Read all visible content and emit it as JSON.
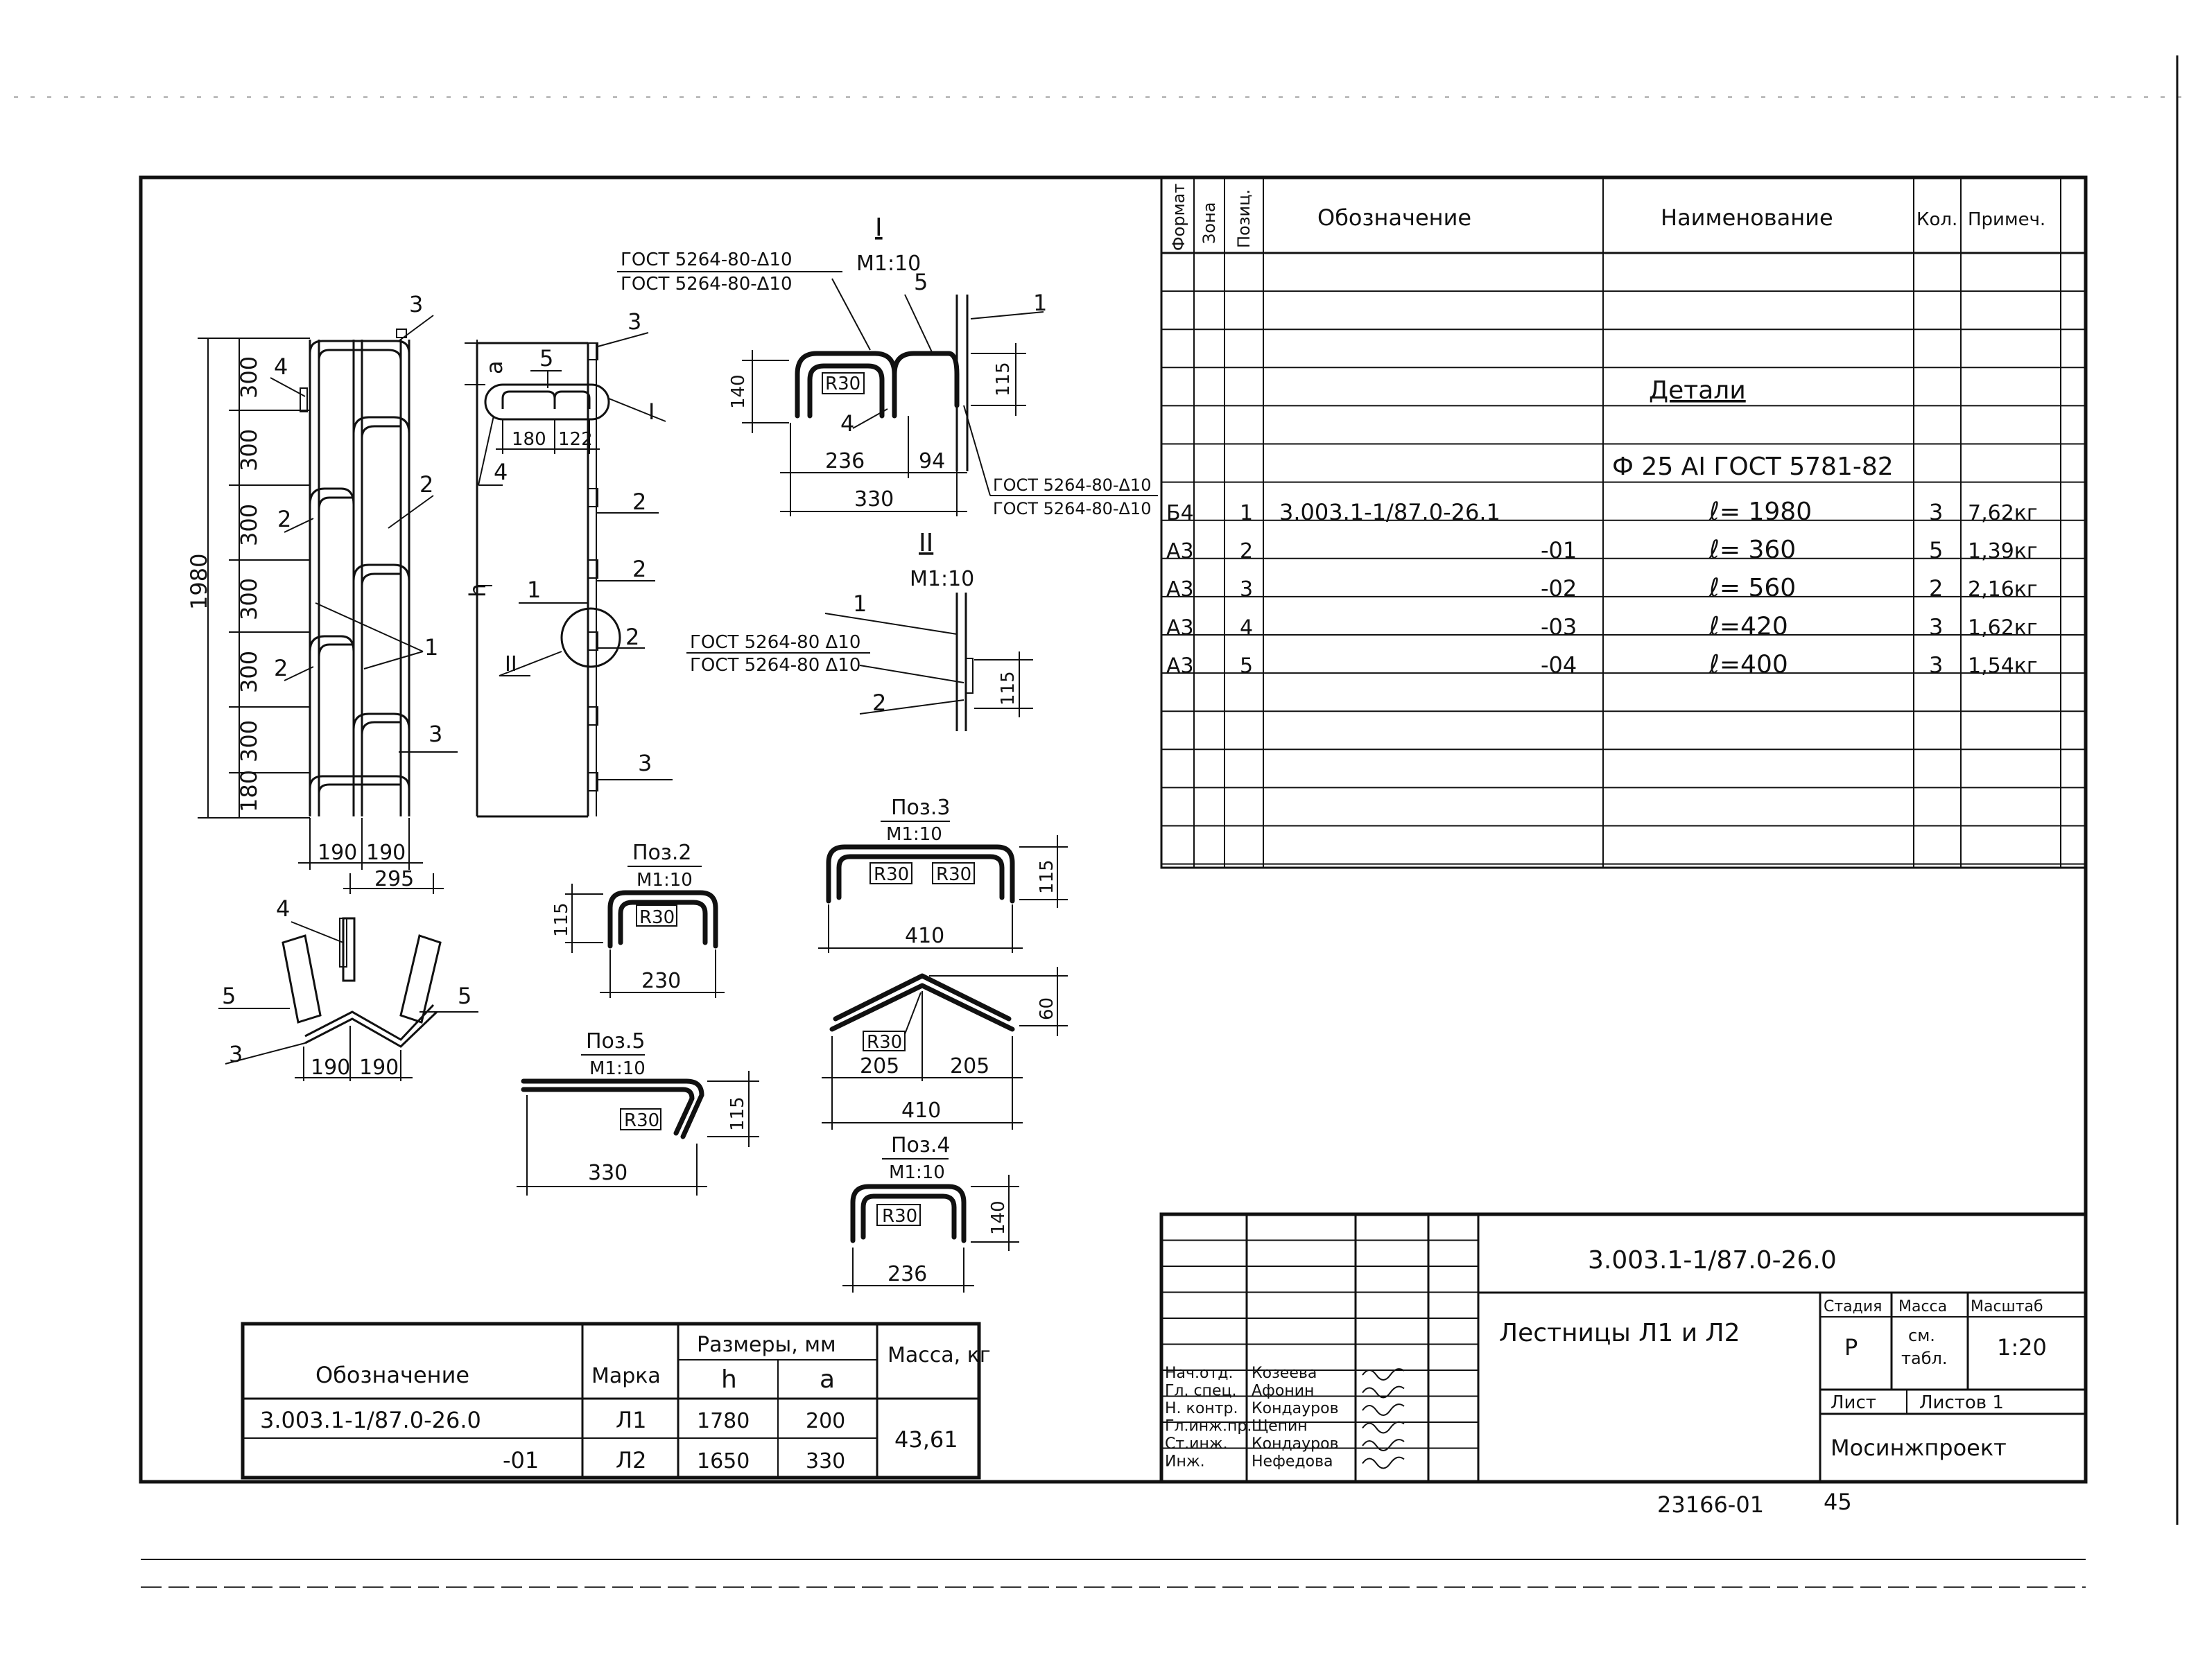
{
  "spec_table": {
    "headers": {
      "format": "Формат",
      "zone": "Зона",
      "pos": "Позиц.",
      "designation": "Обозначение",
      "name": "Наименование",
      "qty": "Кол.",
      "note": "Примеч."
    },
    "section": "Детали",
    "material": "Ф 25 АI ГОСТ 5781-82",
    "rows": [
      {
        "format": "Б4",
        "pos": "1",
        "designation": "3.003.1-1/87.0-26.1",
        "name": "ℓ= 1980",
        "qty": "3",
        "note": "7,62кг"
      },
      {
        "format": "А3",
        "pos": "2",
        "designation": "-01",
        "name": "ℓ= 360",
        "qty": "5",
        "note": "1,39кг"
      },
      {
        "format": "А3",
        "pos": "3",
        "designation": "-02",
        "name": "ℓ= 560",
        "qty": "2",
        "note": "2,16кг"
      },
      {
        "format": "А3",
        "pos": "4",
        "designation": "-03",
        "name": "ℓ=420",
        "qty": "3",
        "note": "1,62кг"
      },
      {
        "format": "А3",
        "pos": "5",
        "designation": "-04",
        "name": "ℓ=400",
        "qty": "3",
        "note": "1,54кг"
      }
    ]
  },
  "main_view": {
    "segments": [
      "300",
      "300",
      "300",
      "300",
      "300",
      "300",
      "180"
    ],
    "total": "1980",
    "widths": [
      "190",
      "190"
    ],
    "callouts": [
      "3",
      "4",
      "2",
      "2",
      "1",
      "2",
      "3"
    ]
  },
  "side_view": {
    "dim_a": "а",
    "dim_h": "h",
    "dims": [
      "180",
      "122"
    ],
    "callouts": [
      "3",
      "5",
      "Ι",
      "4",
      "2",
      "1",
      "2",
      "2",
      "ΙΙ",
      "3"
    ]
  },
  "plan_view": {
    "width": "295",
    "widths": [
      "190",
      "190"
    ],
    "callouts": [
      "4",
      "5",
      "5",
      "3"
    ]
  },
  "detail_1": {
    "title": "Ι",
    "scale": "М1:10",
    "gost_top_1": "ГОСТ 5264-80-Δ10",
    "gost_top_2": "ГОСТ 5264-80-Δ10",
    "gost_bot_1": "ГОСТ 5264-80-Δ10",
    "gost_bot_2": "ГОСТ 5264-80-Δ10",
    "radius": "R30",
    "dims": [
      "140",
      "115",
      "236",
      "94",
      "330"
    ],
    "callouts": [
      "5",
      "1",
      "4"
    ]
  },
  "detail_2": {
    "title": "ΙΙ",
    "scale": "М1:10",
    "gost_1": "ГОСТ 5264-80 Δ10",
    "gost_2": "ГОСТ 5264-80 Δ10",
    "dim": "115",
    "callouts": [
      "1",
      "2"
    ]
  },
  "pos2": {
    "title": "Поз.2",
    "scale": "М1:10",
    "radius": "R30",
    "height": "115",
    "width": "230"
  },
  "pos3": {
    "title": "Поз.3",
    "scale": "М1:10",
    "radius_1": "R30",
    "radius_2": "R30",
    "height": "115",
    "width": "410"
  },
  "pos3b": {
    "radius": "R30",
    "height": "60",
    "left": "205",
    "right": "205",
    "width": "410"
  },
  "pos5": {
    "title": "Поз.5",
    "scale": "М1:10",
    "radius": "R30",
    "height": "115",
    "width": "330"
  },
  "pos4": {
    "title": "Поз.4",
    "scale": "М1:10",
    "radius": "R30",
    "height": "140",
    "width": "236"
  },
  "dim_table": {
    "h_designation": "Обозначение",
    "h_mark": "Марка",
    "h_sizes": "Размеры, мм",
    "h_h": "h",
    "h_a": "а",
    "h_mass": "Масса, кг",
    "rows": [
      {
        "designation": "3.003.1-1/87.0-26.0",
        "mark": "Л1",
        "h": "1780",
        "a": "200"
      },
      {
        "designation": "-01",
        "mark": "Л2",
        "h": "1650",
        "a": "330"
      }
    ],
    "mass": "43,61"
  },
  "title_block": {
    "doc_code": "3.003.1-1/87.0-26.0",
    "title": "Лестницы Л1 и Л2",
    "stage_label": "Стадия",
    "mass_label": "Масса",
    "scale_label": "Масштаб",
    "stage": "Р",
    "mass_1": "см.",
    "mass_2": "табл.",
    "scale": "1:20",
    "sheet_label": "Лист",
    "sheets_label": "Листов 1",
    "org": "Мосинжпроект",
    "staff": [
      {
        "role": "Нач.отд.",
        "name": "Козеева"
      },
      {
        "role": "Гл. спец.",
        "name": "Афонин"
      },
      {
        "role": "Н. контр.",
        "name": "Кондауров"
      },
      {
        "role": "Гл.инж.пр.",
        "name": "Щепин"
      },
      {
        "role": "Ст.инж.",
        "name": "Кондауров"
      },
      {
        "role": "Инж.",
        "name": "Нефедова"
      }
    ]
  },
  "footer": {
    "archive": "23166-01",
    "page": "45"
  }
}
